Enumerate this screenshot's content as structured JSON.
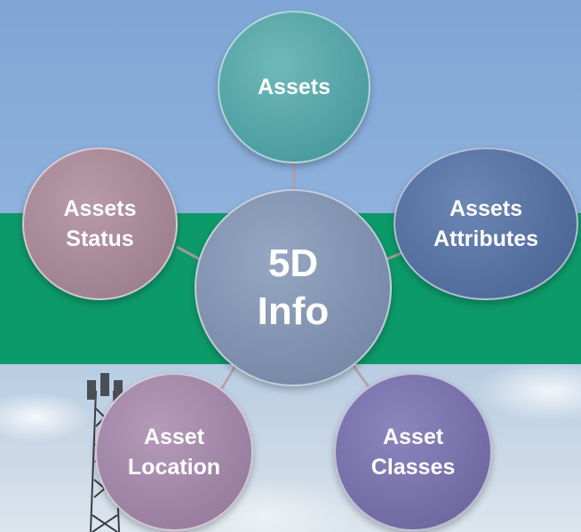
{
  "diagram": {
    "center": {
      "label": "5D\nInfo"
    },
    "nodes": [
      {
        "id": "assets",
        "label": "Assets"
      },
      {
        "id": "status",
        "label": "Assets\nStatus"
      },
      {
        "id": "attributes",
        "label": "Assets\nAttributes"
      },
      {
        "id": "location",
        "label": "Asset\nLocation"
      },
      {
        "id": "classes",
        "label": "Asset\nClasses"
      }
    ]
  },
  "colors": {
    "band": "#0d9a6a",
    "sky": "#8fb1dc",
    "assets": "#4fa1a5",
    "status": "#a3858f",
    "attributes": "#526d9d",
    "center": "#7d8fae",
    "location": "#9d82a4",
    "classes": "#766ea8"
  }
}
